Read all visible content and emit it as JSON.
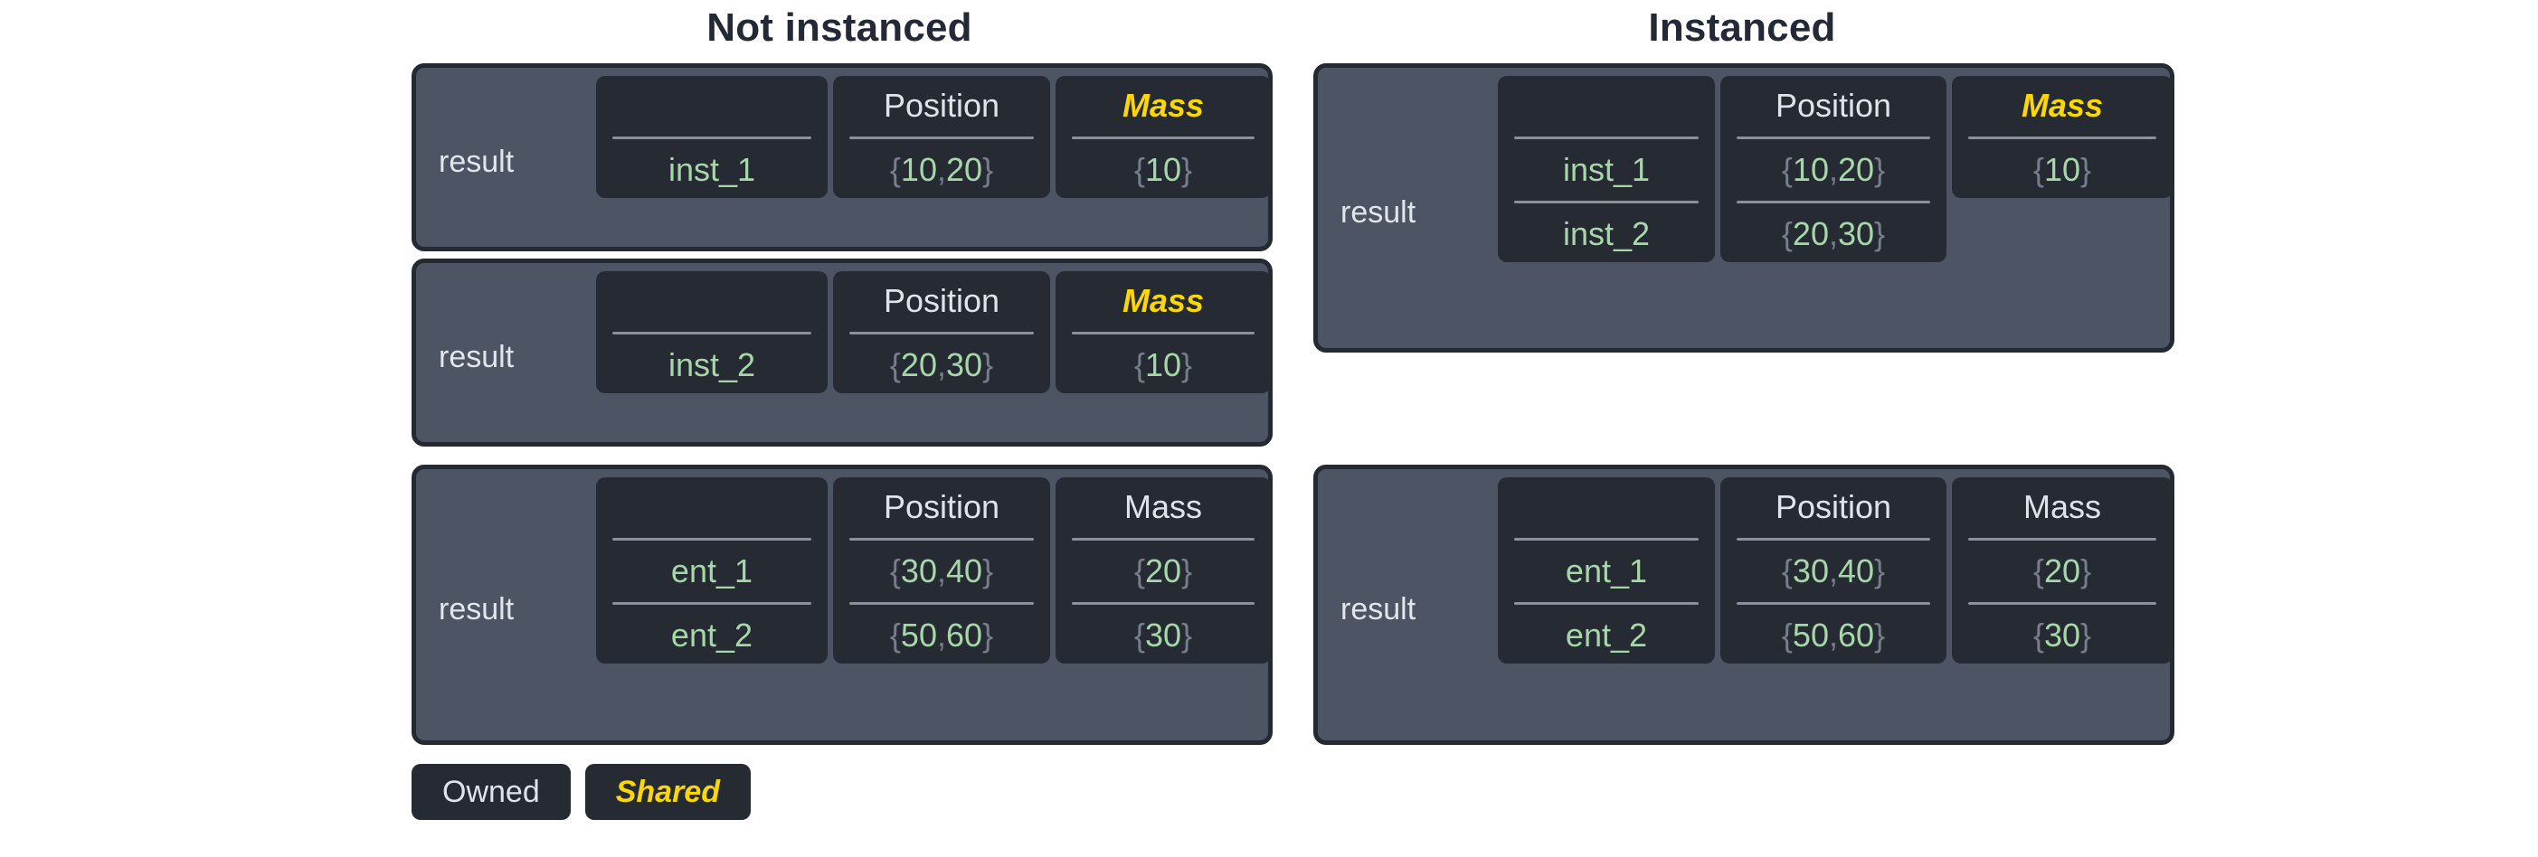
{
  "headings": {
    "left": "Not instanced",
    "right": "Instanced"
  },
  "colors": {
    "page_background": "#ffffff",
    "heading_text": "#242936",
    "card_border": "#242932",
    "card_panel": "#4d5463",
    "column_cell": "#252a33",
    "owned_text": "#dfe3ea",
    "shared_text": "#fcd703",
    "value_text": "#a7d7a9",
    "brace_text": "#767d8b",
    "rule": "#8b909b"
  },
  "legend": {
    "items": [
      {
        "label": "Owned",
        "style": "owned"
      },
      {
        "label": "Shared",
        "style": "shared"
      }
    ]
  },
  "not_instanced": {
    "cards": [
      {
        "label": "result",
        "columns": [
          {
            "header": "",
            "style": "blank",
            "values": [
              "inst_1"
            ]
          },
          {
            "header": "Position",
            "style": "owned",
            "values": [
              "{10, 20}"
            ]
          },
          {
            "header": "Mass",
            "style": "shared",
            "values": [
              "{10}"
            ]
          }
        ]
      },
      {
        "label": "result",
        "columns": [
          {
            "header": "",
            "style": "blank",
            "values": [
              "inst_2"
            ]
          },
          {
            "header": "Position",
            "style": "owned",
            "values": [
              "{20, 30}"
            ]
          },
          {
            "header": "Mass",
            "style": "shared",
            "values": [
              "{10}"
            ]
          }
        ]
      },
      {
        "label": "result",
        "columns": [
          {
            "header": "",
            "style": "blank",
            "values": [
              "ent_1",
              "ent_2"
            ]
          },
          {
            "header": "Position",
            "style": "owned",
            "values": [
              "{30, 40}",
              "{50, 60}"
            ]
          },
          {
            "header": "Mass",
            "style": "owned",
            "values": [
              "{20}",
              "{30}"
            ]
          }
        ]
      }
    ]
  },
  "instanced": {
    "cards": [
      {
        "label": "result",
        "columns": [
          {
            "header": "",
            "style": "blank",
            "values": [
              "inst_1",
              "inst_2"
            ]
          },
          {
            "header": "Position",
            "style": "owned",
            "values": [
              "{10, 20}",
              "{20, 30}"
            ]
          },
          {
            "header": "Mass",
            "style": "shared",
            "values": [
              "{10}"
            ]
          }
        ]
      },
      {
        "label": "result",
        "columns": [
          {
            "header": "",
            "style": "blank",
            "values": [
              "ent_1",
              "ent_2"
            ]
          },
          {
            "header": "Position",
            "style": "owned",
            "values": [
              "{30, 40}",
              "{50, 60}"
            ]
          },
          {
            "header": "Mass",
            "style": "owned",
            "values": [
              "{20}",
              "{30}"
            ]
          }
        ]
      }
    ]
  }
}
